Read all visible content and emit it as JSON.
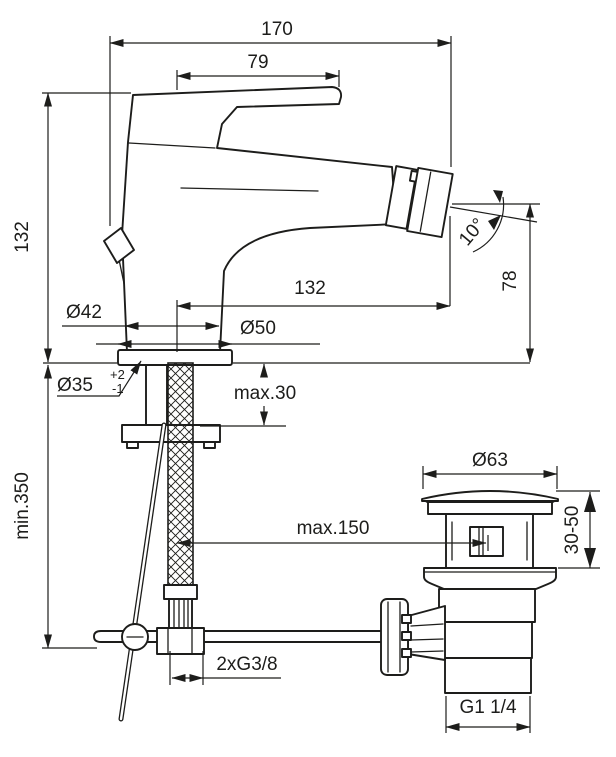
{
  "figure": {
    "type": "faucet-technical-drawing",
    "line_color": "#1d1d1b",
    "background": "#ffffff",
    "dims": {
      "overall_length": "170",
      "handle_reach": "79",
      "body_height": "132",
      "spout_reach": "132",
      "body_dia": "Ø42",
      "base_dia": "Ø50",
      "hole_dia": "Ø35",
      "hole_tol_plus": "+2",
      "hole_tol_minus": "-1",
      "max_deck_thickness": "max.30",
      "min_clearance_below": "min.350",
      "spout_height": "78",
      "spout_angle": "10°",
      "waste_cap_dia": "Ø63",
      "waste_adjust_range": "30-50",
      "rod_max_reach": "max.150",
      "supply_thread": "2xG3/8",
      "waste_thread": "G1 1/4"
    }
  }
}
